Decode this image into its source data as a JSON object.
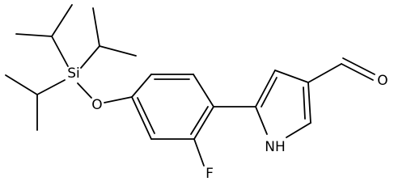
{
  "molecule": {
    "atoms": {
      "silicon": "Si",
      "oxygen_ether": "O",
      "fluorine": "F",
      "nitrogen_pyrrole": "NH",
      "oxygen_aldehyde": "O"
    },
    "colors": {
      "bond": "#000000",
      "label": "#000000",
      "background": "#ffffff"
    }
  }
}
